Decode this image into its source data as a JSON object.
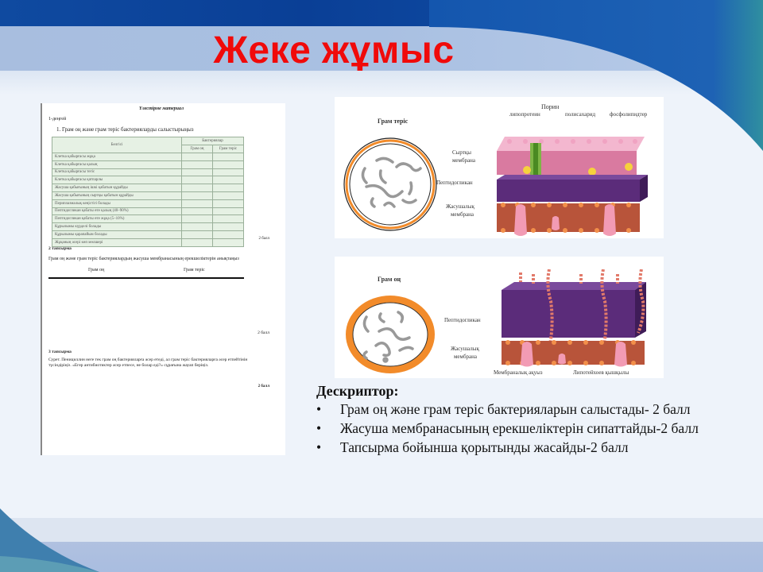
{
  "slide": {
    "title": "Жеке жұмыс",
    "colors": {
      "title": "#f00a0a",
      "top_band": "#0a3f96",
      "title_band": "#a9c0e2",
      "background": "#eef3fa",
      "footer_band": "#aabde0"
    }
  },
  "worksheet": {
    "title": "Үлестірме материал",
    "section1": "1-деңгей",
    "question1": "1. Грам оң және грам теріс бактерияларды салыстырыңыз",
    "table": {
      "header_feature": "Белгісі",
      "header_group": "Бактериялар",
      "header_cols": [
        "Грам оң",
        "Грам теріс"
      ],
      "rows": [
        "Клетка қабырғасы жұқа",
        "Клетка қабырғасы қалың",
        "Клетка қабырғасы тегіс",
        "Клетка қабырғасы қатпарлы",
        "Жасуша қабығының ішкі қабатын құрайды",
        "Жасуша қабығының сыртқы қабатын құрайды",
        "Периплазмалық кеңістігі болады",
        "Пептидогликан қабаты өте қалың (40–90%)",
        "Пептидогликан қабаты өте жұқа (5–10%)",
        "Құрылымы күрделі болады",
        "Құрылымы қарапайым болады",
        "Жұқаның әсері көп мөлшері"
      ]
    },
    "score1": "2 балл",
    "section2": "2 тапсырма",
    "question2": "Грам оң және грам теріс бактериялардың жасуша мембранасының ерекшеліктерін анықтаңыз",
    "col_a": "Грам оң",
    "col_b": "Грам теріс",
    "score2": "2 балл",
    "section3": "3 тапсырма",
    "question3": "Сурет. Пенициллин неге тек грам оң бактерияларға әсер етеді, ал грам теріс бактерияларға әсер етпейтінін түсіндіріңіз. «Егер антибиотиктер әсер етпесе, не болар еді?» сұрағына жауап беріңіз.",
    "score3": "2 балл"
  },
  "figure_gram_negative": {
    "cell_label": "Грам теріс",
    "porin": "Порин",
    "lipoprotein": "липопротеин",
    "polysaccharide": "полисахарид",
    "phospholipids": "фосфолипидтер",
    "outer_membrane_1": "Сыртқы",
    "outer_membrane_2": "мембрана",
    "peptidoglycan": "Пептидогликан",
    "cell_membrane_1": "Жасушалық",
    "cell_membrane_2": "мембрана"
  },
  "figure_gram_positive": {
    "cell_label": "Грам оң",
    "peptidoglycan": "Пептидогликан",
    "cell_membrane_1": "Жасушалық",
    "cell_membrane_2": "мембрана",
    "membrane_protein": "Мембраналық ақуыз",
    "lipoteichoic_acid": "Липотейхоев қышқылы"
  },
  "descriptor": {
    "heading": "Дескриптор:",
    "bullet": "•",
    "items": [
      "Грам оң және грам теріс бактерияларын салыстады- 2 балл",
      "Жасуша мембранасының ерекшеліктерін сипаттайды-2 балл",
      "Тапсырма бойынша қорытынды жасайды-2 балл"
    ]
  }
}
